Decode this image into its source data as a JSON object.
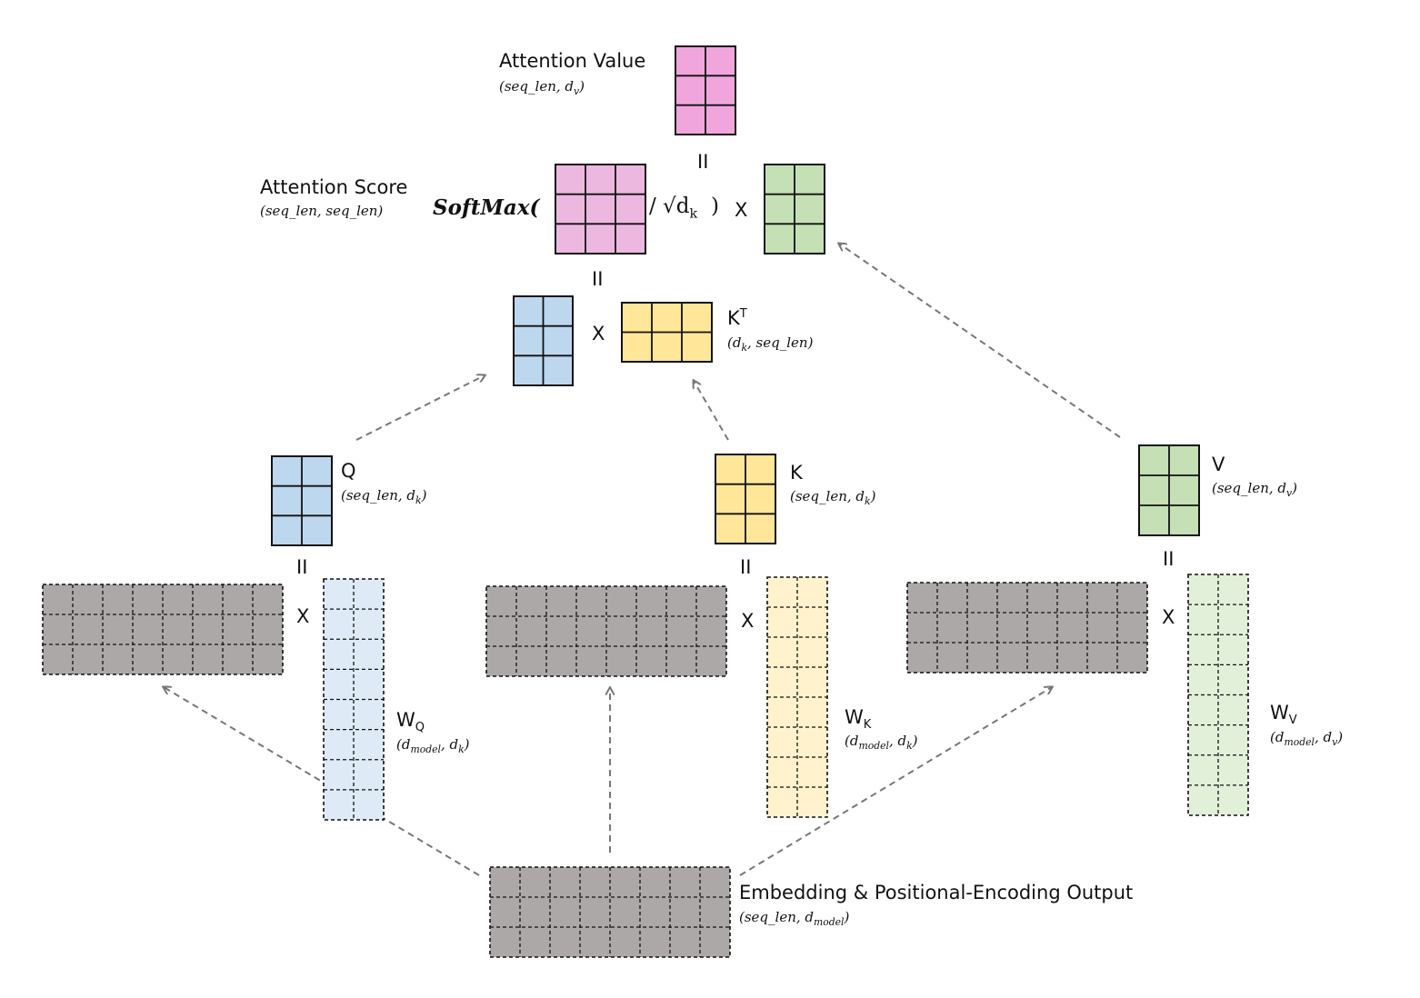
{
  "labels": {
    "attention_value": "Attention Value",
    "attention_value_shape": "(seq_len,  d",
    "attention_value_shape_sub": "v",
    "attention_value_shape_end": ")",
    "attention_score": "Attention Score",
    "attention_score_shape": "(seq_len,  seq_len)",
    "softmax_open": "SoftMax(",
    "softmax_div": "/ √d",
    "softmax_div_sub": "k",
    "softmax_close": ")",
    "kt": "K",
    "kt_sup": "T",
    "kt_shape": "(d",
    "kt_shape_sub": "k",
    "kt_shape_end": ",  seq_len)",
    "q": "Q",
    "q_shape": "(seq_len, d",
    "q_shape_sub": "k",
    "q_shape_end": ")",
    "k": "K",
    "k_shape": "(seq_len, d",
    "k_shape_sub": "k",
    "k_shape_end": ")",
    "v": "V",
    "v_shape": "(seq_len, d",
    "v_shape_sub": "v",
    "v_shape_end": ")",
    "wq": "W",
    "wq_sub": "Q",
    "wq_shape": "(d",
    "wq_shape_sub": "model",
    "wq_shape_end": ", d",
    "wq_shape_sub2": "k",
    "wq_shape_close": ")",
    "wk": "W",
    "wk_sub": "K",
    "wk_shape": "(d",
    "wk_shape_sub": "model",
    "wk_shape_end": ", d",
    "wk_shape_sub2": "k",
    "wk_shape_close": ")",
    "wv": "W",
    "wv_sub": "V",
    "wv_shape": "(d",
    "wv_shape_sub": "model",
    "wv_shape_end": ", d",
    "wv_shape_sub2": "v",
    "wv_shape_close": ")",
    "embedding": "Embedding & Positional-Encoding Output",
    "embedding_shape": "(seq_len, d",
    "embedding_shape_sub": "model",
    "embedding_shape_end": ")"
  },
  "operators": {
    "equals": "II",
    "times": "X"
  },
  "colors": {
    "attention_value": "#f0a6dc",
    "attention_score": "#ecb8e0",
    "query": "#bdd7ee",
    "key": "#ffe699",
    "value": "#c5e0b4",
    "w_query": "#deebf7",
    "w_key": "#fff2cc",
    "w_value": "#e2f0d9",
    "embedding": "#ada8a8",
    "arrow": "#777777"
  }
}
